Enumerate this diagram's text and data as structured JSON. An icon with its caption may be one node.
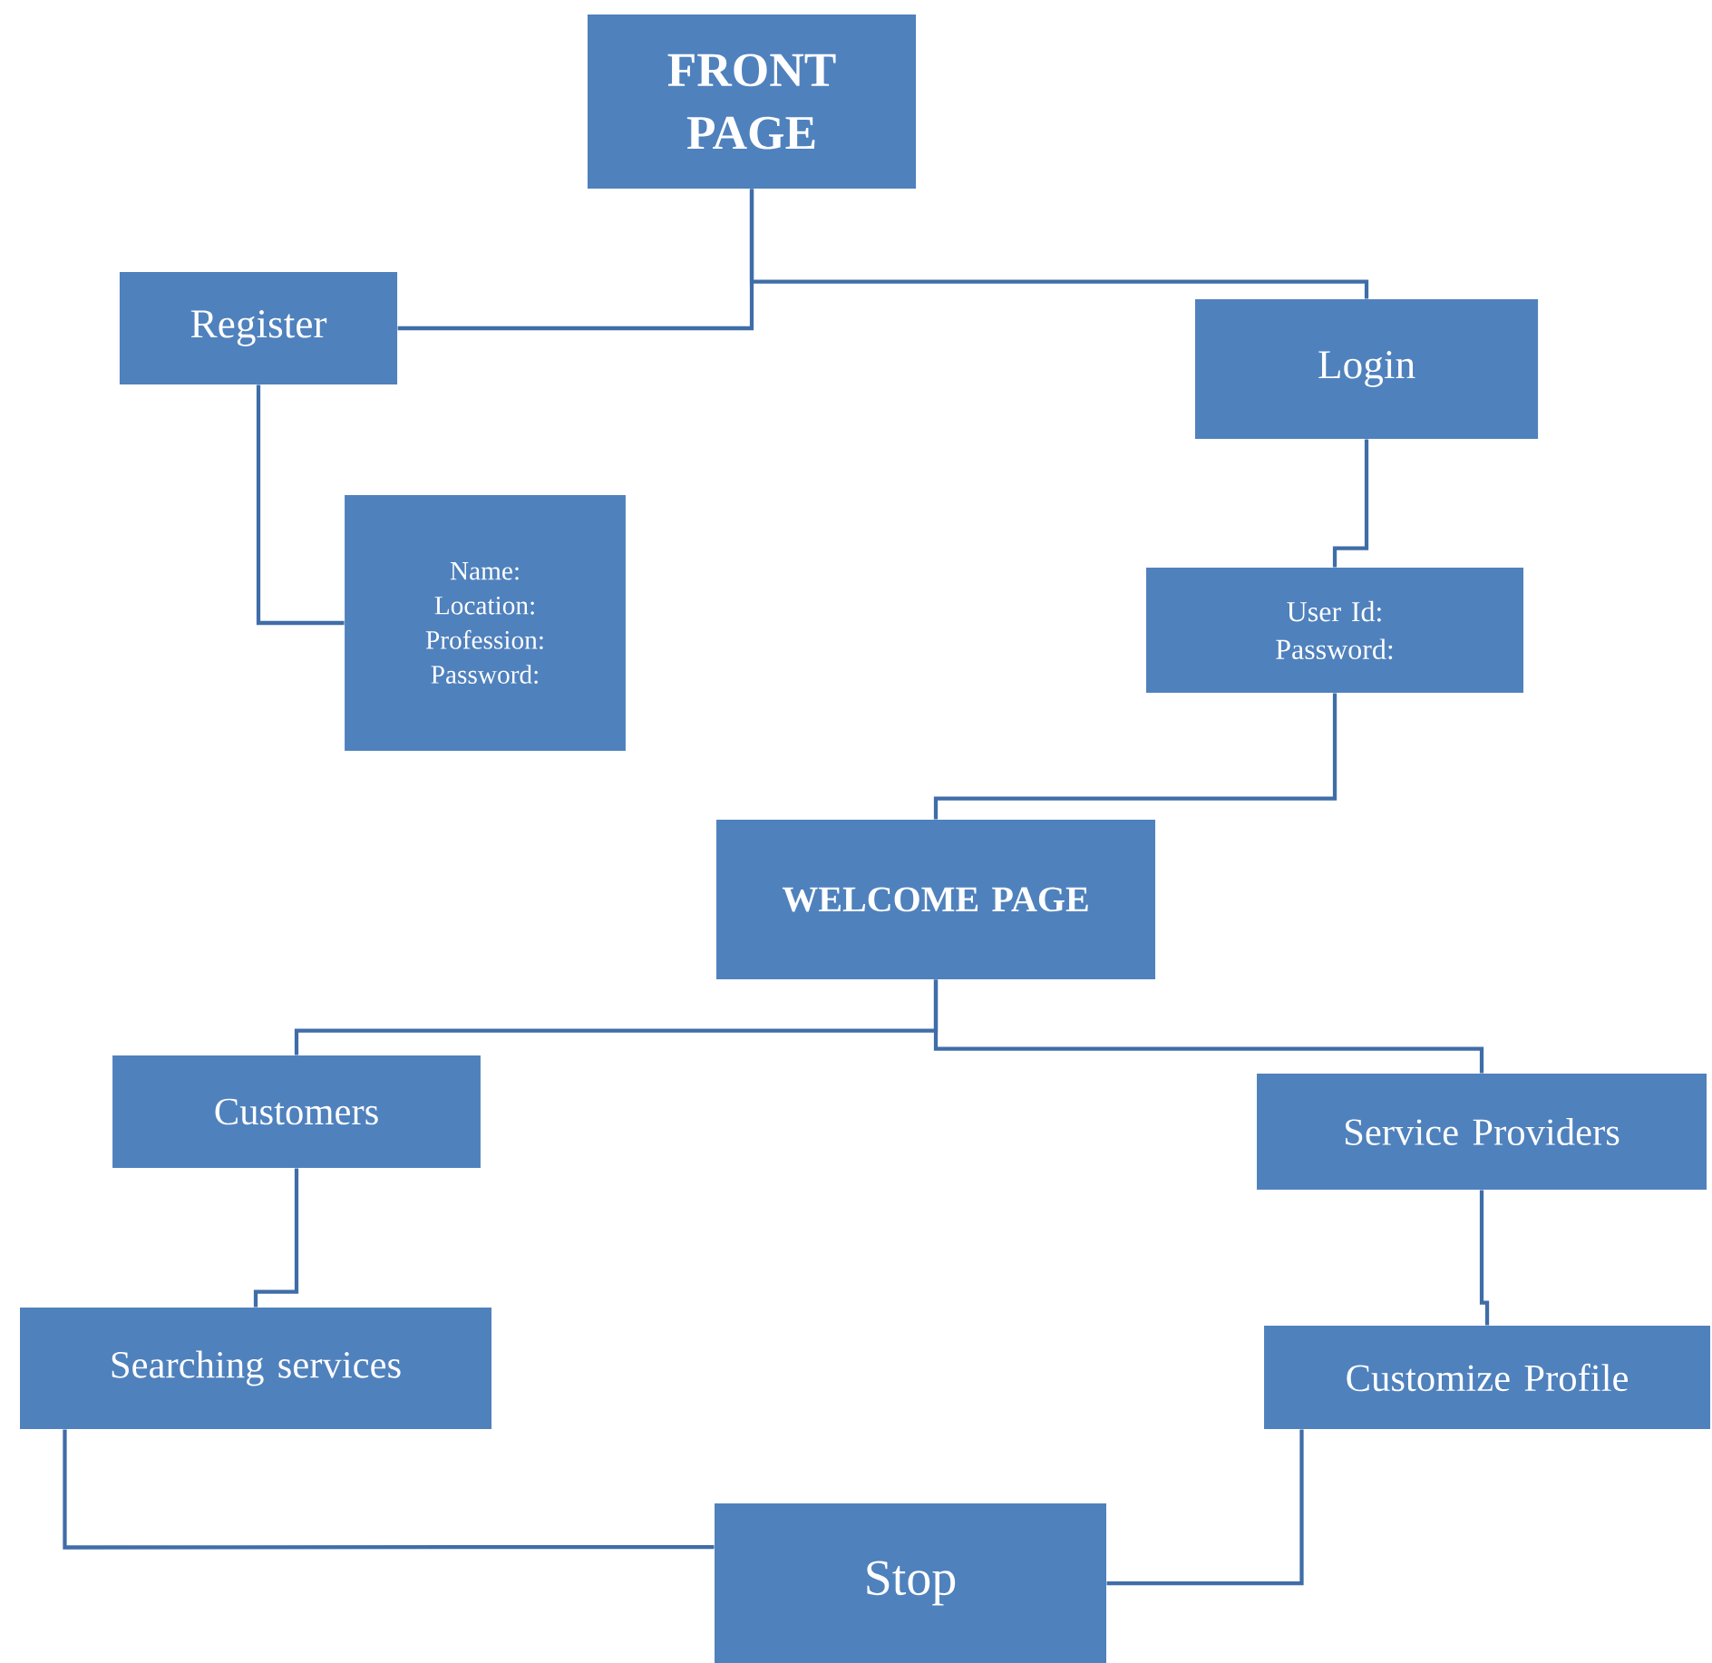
{
  "diagram": {
    "nodes": [
      {
        "text": [
          "FRONT PAGE"
        ]
      },
      {
        "text": [
          "Register"
        ]
      },
      {
        "text": [
          "Login"
        ]
      },
      {
        "text": [
          "Name:",
          "Location:",
          "Profession:",
          "Password:"
        ]
      },
      {
        "text": [
          "User Id:",
          "Password:"
        ]
      },
      {
        "text": [
          "WELCOME PAGE"
        ]
      },
      {
        "text": [
          "Customers"
        ]
      },
      {
        "text": [
          "Service Providers"
        ]
      },
      {
        "text": [
          "Searching services"
        ]
      },
      {
        "text": [
          "Customize Profile"
        ]
      },
      {
        "text": [
          "Stop"
        ]
      }
    ],
    "edges": [
      {
        "from": 0,
        "to": 1,
        "arrow": "none"
      },
      {
        "from": 0,
        "to": 2,
        "arrow": "none"
      },
      {
        "from": 1,
        "to": 3,
        "arrow": "none"
      },
      {
        "from": 2,
        "to": 4,
        "arrow": "none"
      },
      {
        "from": 4,
        "to": 5,
        "arrow": "none"
      },
      {
        "from": 5,
        "to": 6,
        "arrow": "none"
      },
      {
        "from": 5,
        "to": 7,
        "arrow": "none"
      },
      {
        "from": 6,
        "to": 8,
        "arrow": "none"
      },
      {
        "from": 7,
        "to": 9,
        "arrow": "none"
      },
      {
        "from": 8,
        "to": 10,
        "arrow": "none"
      },
      {
        "from": 9,
        "to": 10,
        "arrow": "none"
      }
    ]
  }
}
